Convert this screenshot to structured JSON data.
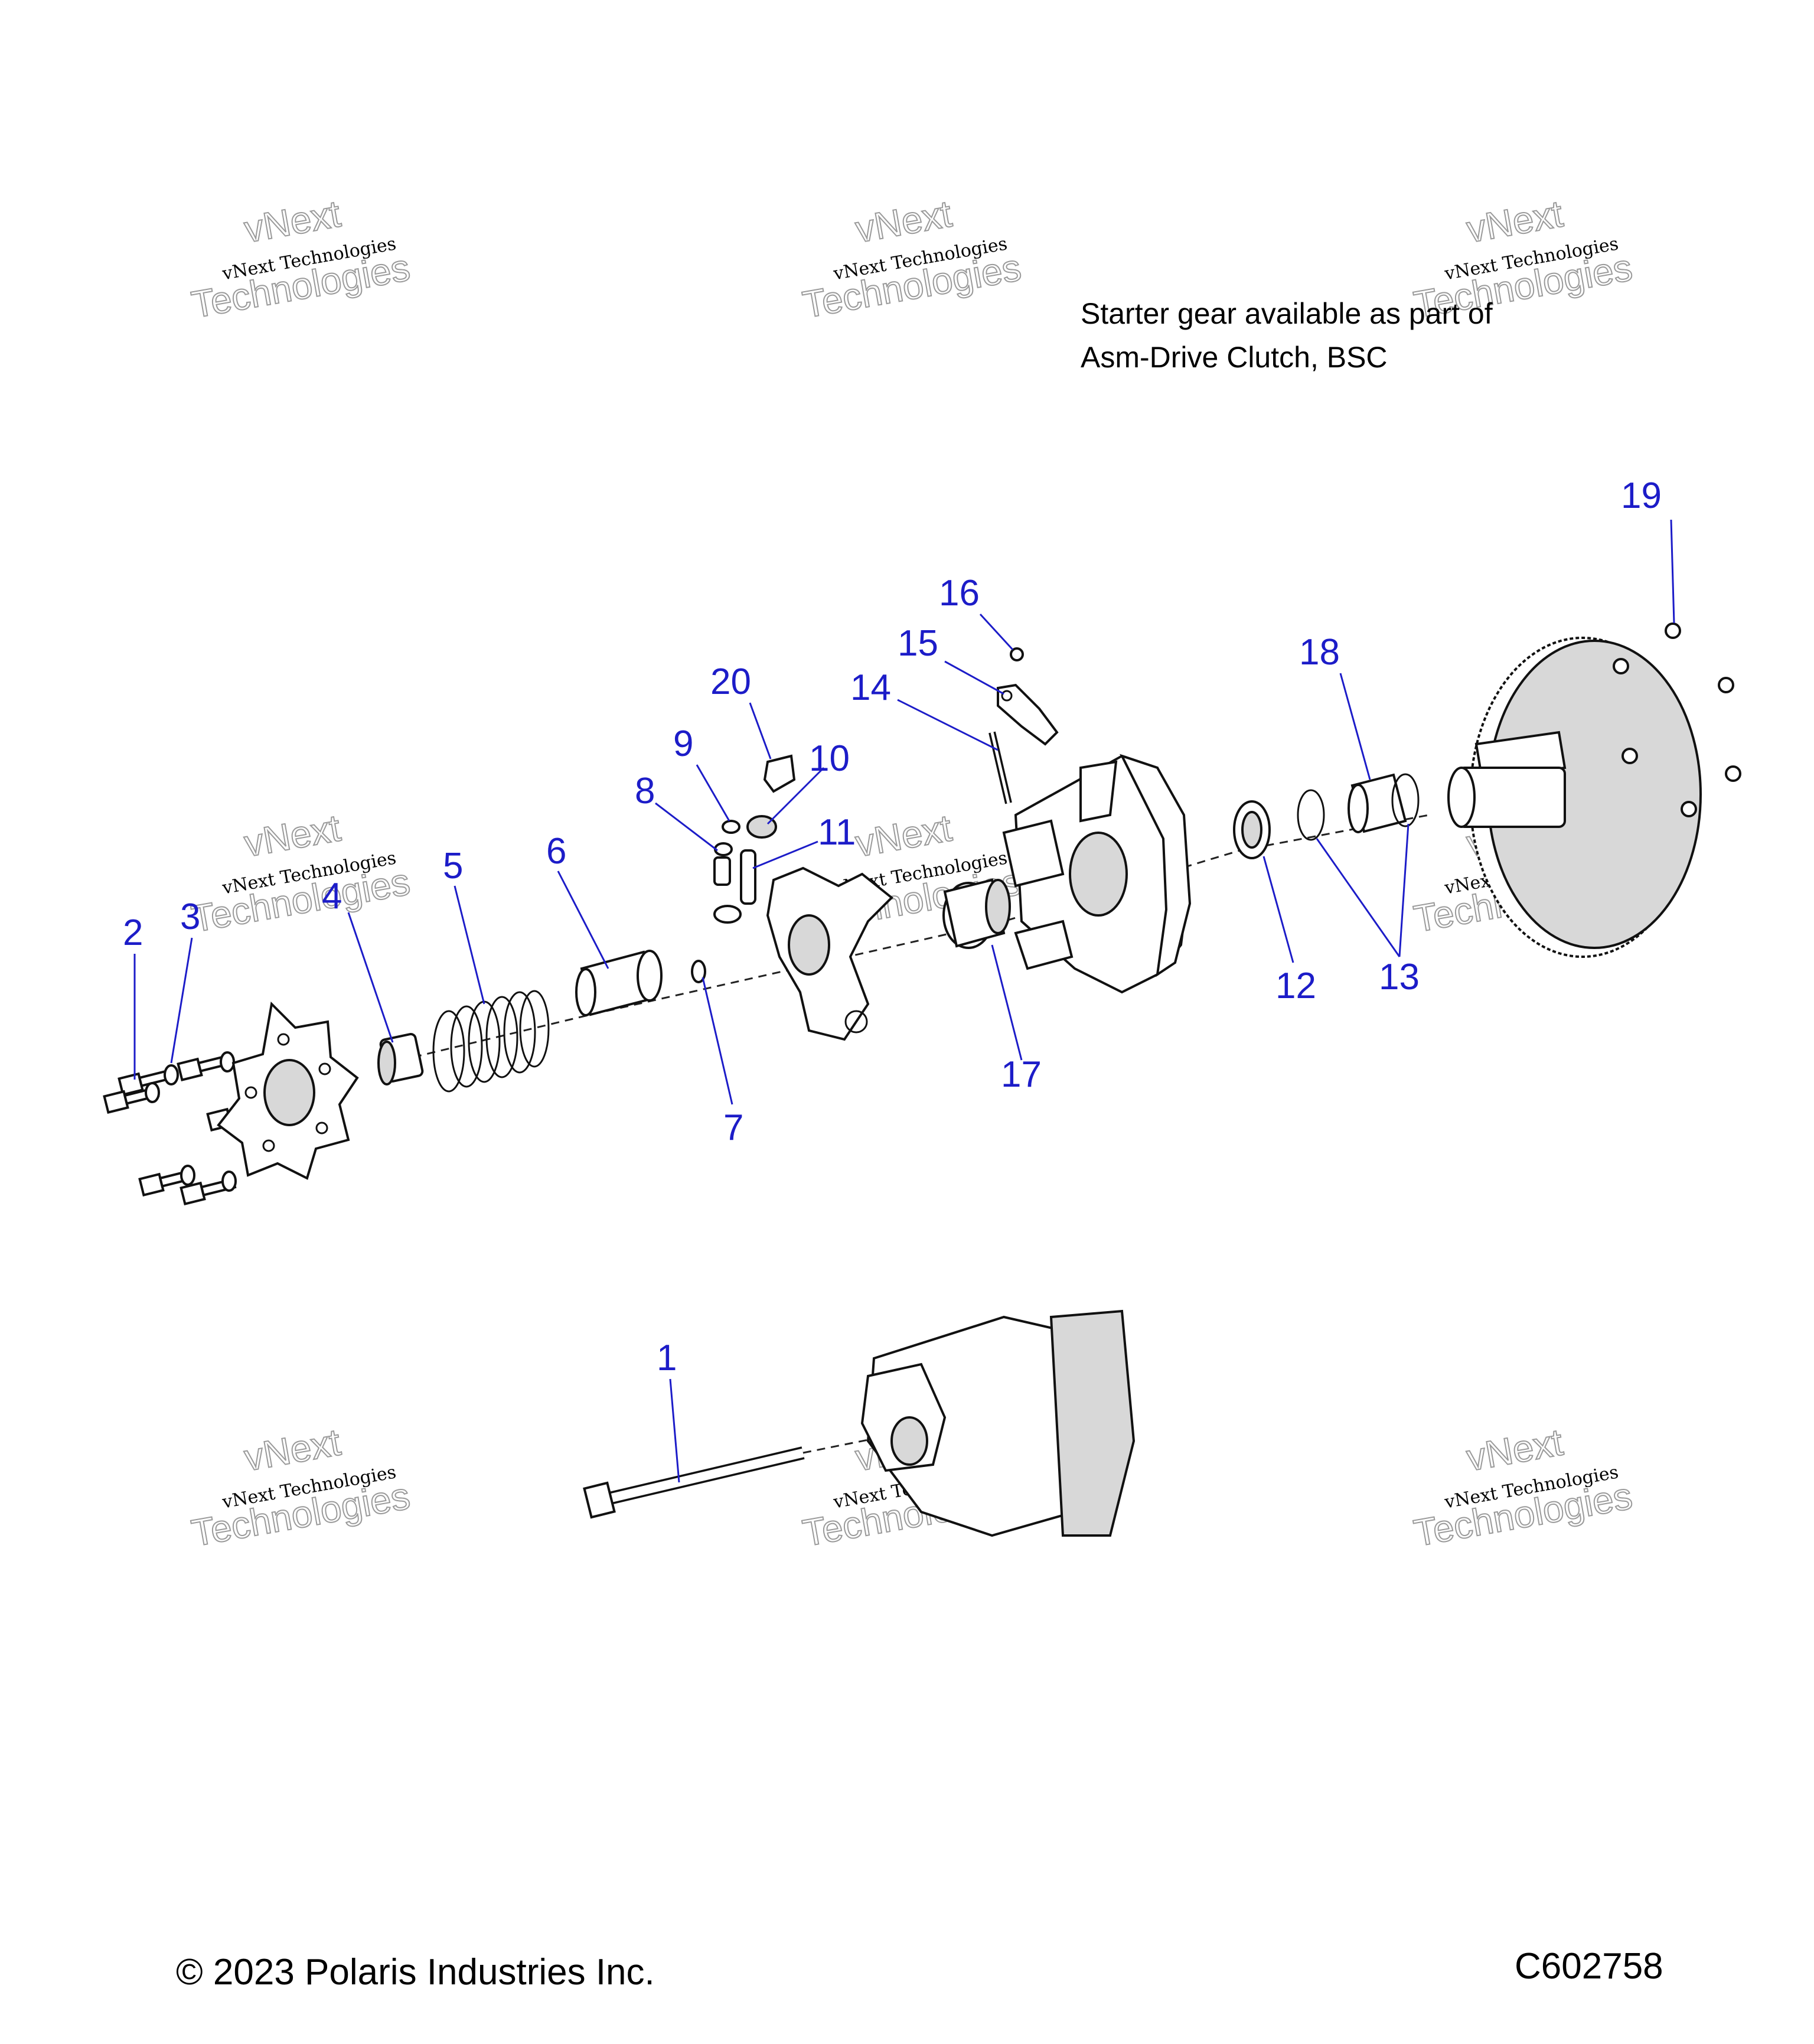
{
  "note": {
    "line1": "Starter gear available as part of",
    "line2": "Asm-Drive Clutch, BSC"
  },
  "watermark": {
    "line1": "vNext",
    "line2": "vNext Technologies",
    "line3": "Technologies"
  },
  "callouts": [
    "1",
    "2",
    "3",
    "4",
    "5",
    "6",
    "7",
    "8",
    "9",
    "10",
    "11",
    "12",
    "13",
    "14",
    "15",
    "16",
    "17",
    "18",
    "19",
    "20"
  ],
  "footer": {
    "copyright": "© 2023 Polaris Industries Inc.",
    "code": "C602758"
  },
  "colors": {
    "callout": "#1c1cc8",
    "line_art": "#111111",
    "shade": "#d8d8d8"
  }
}
